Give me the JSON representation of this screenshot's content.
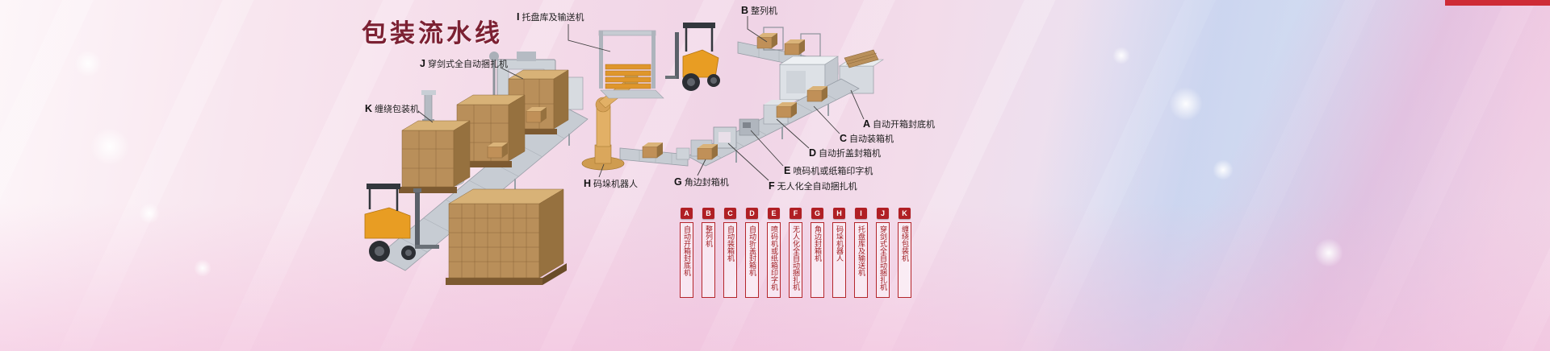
{
  "page": {
    "title": "包装流水线"
  },
  "callouts": [
    {
      "letter": "I",
      "label": "托盘库及输送机"
    },
    {
      "letter": "B",
      "label": "整列机"
    },
    {
      "letter": "J",
      "label": "穿剑式全自动捆扎机"
    },
    {
      "letter": "K",
      "label": "缠绕包装机"
    },
    {
      "letter": "H",
      "label": "码垛机器人"
    },
    {
      "letter": "G",
      "label": "角边封箱机"
    },
    {
      "letter": "F",
      "label": "无人化全自动捆扎机"
    },
    {
      "letter": "E",
      "label": "喷码机或纸箱印字机"
    },
    {
      "letter": "D",
      "label": "自动折盖封箱机"
    },
    {
      "letter": "C",
      "label": "自动装箱机"
    },
    {
      "letter": "A",
      "label": "自动开箱封底机"
    }
  ],
  "legend": {
    "items": [
      {
        "letter": "A",
        "label": "自动开箱封底机"
      },
      {
        "letter": "B",
        "label": "整列机"
      },
      {
        "letter": "C",
        "label": "自动装箱机"
      },
      {
        "letter": "D",
        "label": "自动折盖封箱机"
      },
      {
        "letter": "E",
        "label": "喷码机或纸箱印字机"
      },
      {
        "letter": "F",
        "label": "无人化全自动捆扎机"
      },
      {
        "letter": "G",
        "label": "角边封箱机"
      },
      {
        "letter": "H",
        "label": "码垛机器人"
      },
      {
        "letter": "I",
        "label": "托盘库及输送机"
      },
      {
        "letter": "J",
        "label": "穿剑式全自动捆扎机"
      },
      {
        "letter": "K",
        "label": "缠绕包装机"
      }
    ]
  },
  "colors": {
    "accent_red": "#b01f24",
    "title_maroon": "#7c2133",
    "box_brown": "#c09058",
    "machine_gray": "#c7ccd3",
    "forklift_orange": "#e89d23"
  }
}
